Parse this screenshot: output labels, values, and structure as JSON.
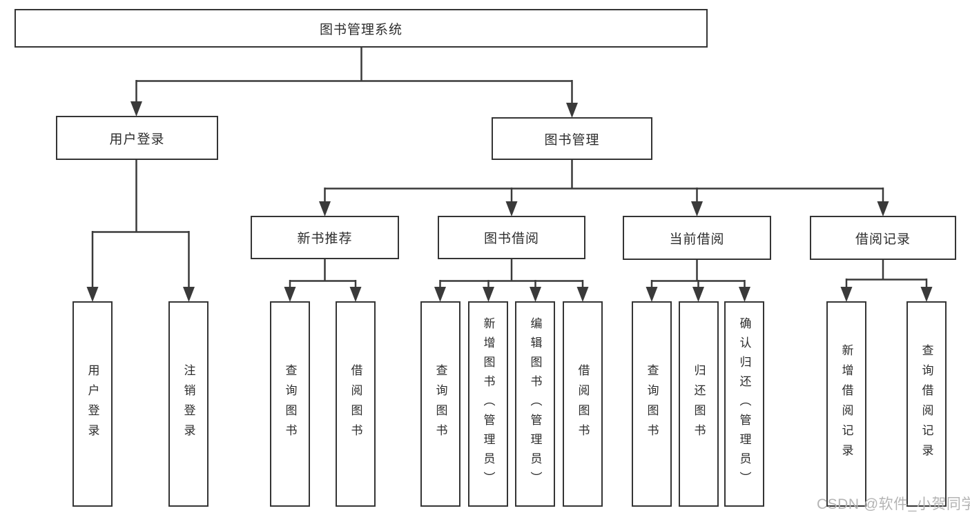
{
  "diagram_title": "图书管理系统",
  "tree": {
    "label": "图书管理系统",
    "children": [
      {
        "label": "用户登录",
        "children": [
          {
            "label": "用户登录"
          },
          {
            "label": "注销登录"
          }
        ]
      },
      {
        "label": "图书管理",
        "children": [
          {
            "label": "新书推荐",
            "children": [
              {
                "label": "查询图书"
              },
              {
                "label": "借阅图书"
              }
            ]
          },
          {
            "label": "图书借阅",
            "children": [
              {
                "label": "查询图书"
              },
              {
                "label": "新增图书（管理员）"
              },
              {
                "label": "编辑图书（管理员）"
              },
              {
                "label": "借阅图书"
              }
            ]
          },
          {
            "label": "当前借阅",
            "children": [
              {
                "label": "查询图书"
              },
              {
                "label": "归还图书"
              },
              {
                "label": "确认归还（管理员）"
              }
            ]
          },
          {
            "label": "借阅记录",
            "children": [
              {
                "label": "新增借阅记录"
              },
              {
                "label": "查询借阅记录"
              }
            ]
          }
        ]
      }
    ]
  },
  "watermark": {
    "text": "CSDN @软件_小贺同学",
    "color": "#b4b4b4"
  },
  "colors": {
    "line": "#3a3a3a",
    "box_border": "#343434",
    "text": "#2d2d2d",
    "background": "#ffffff"
  }
}
